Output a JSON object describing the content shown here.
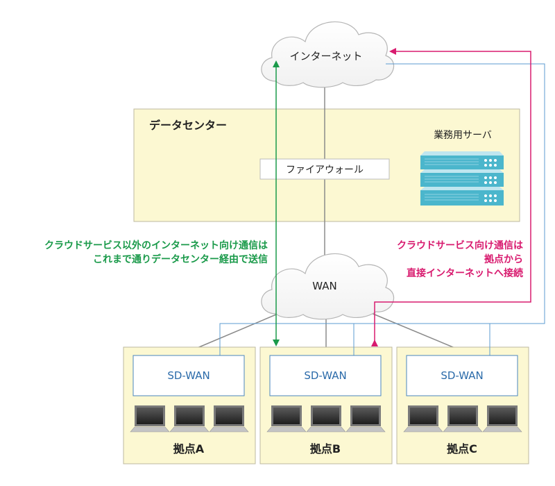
{
  "internet": {
    "label": "インターネット"
  },
  "datacenter": {
    "title": "データセンター",
    "firewall_label": "ファイアウォール",
    "server_label": "業務用サーバ"
  },
  "wan": {
    "label": "WAN"
  },
  "sites": [
    {
      "name": "拠点A",
      "sdwan_label": "SD-WAN"
    },
    {
      "name": "拠点B",
      "sdwan_label": "SD-WAN"
    },
    {
      "name": "拠点C",
      "sdwan_label": "SD-WAN"
    }
  ],
  "annotations": {
    "via_datacenter": {
      "lines": [
        "クラウドサービス以外のインターネット向け通信は",
        "これまで通りデータセンター経由で送信"
      ],
      "color": "#1a9a4a"
    },
    "direct_internet": {
      "lines": [
        "クラウドサービス向け通信は",
        "拠点から",
        "直接インターネットへ接続"
      ],
      "color": "#d81b6f"
    }
  },
  "colors": {
    "box_fill": "#fcf8d2",
    "box_stroke": "#bdb9a0",
    "sdwan_text": "#2a6aa9",
    "sdwan_stroke": "#4a86be",
    "blue_line": "#5b9bd1",
    "gray_line": "#8a8a8a"
  }
}
